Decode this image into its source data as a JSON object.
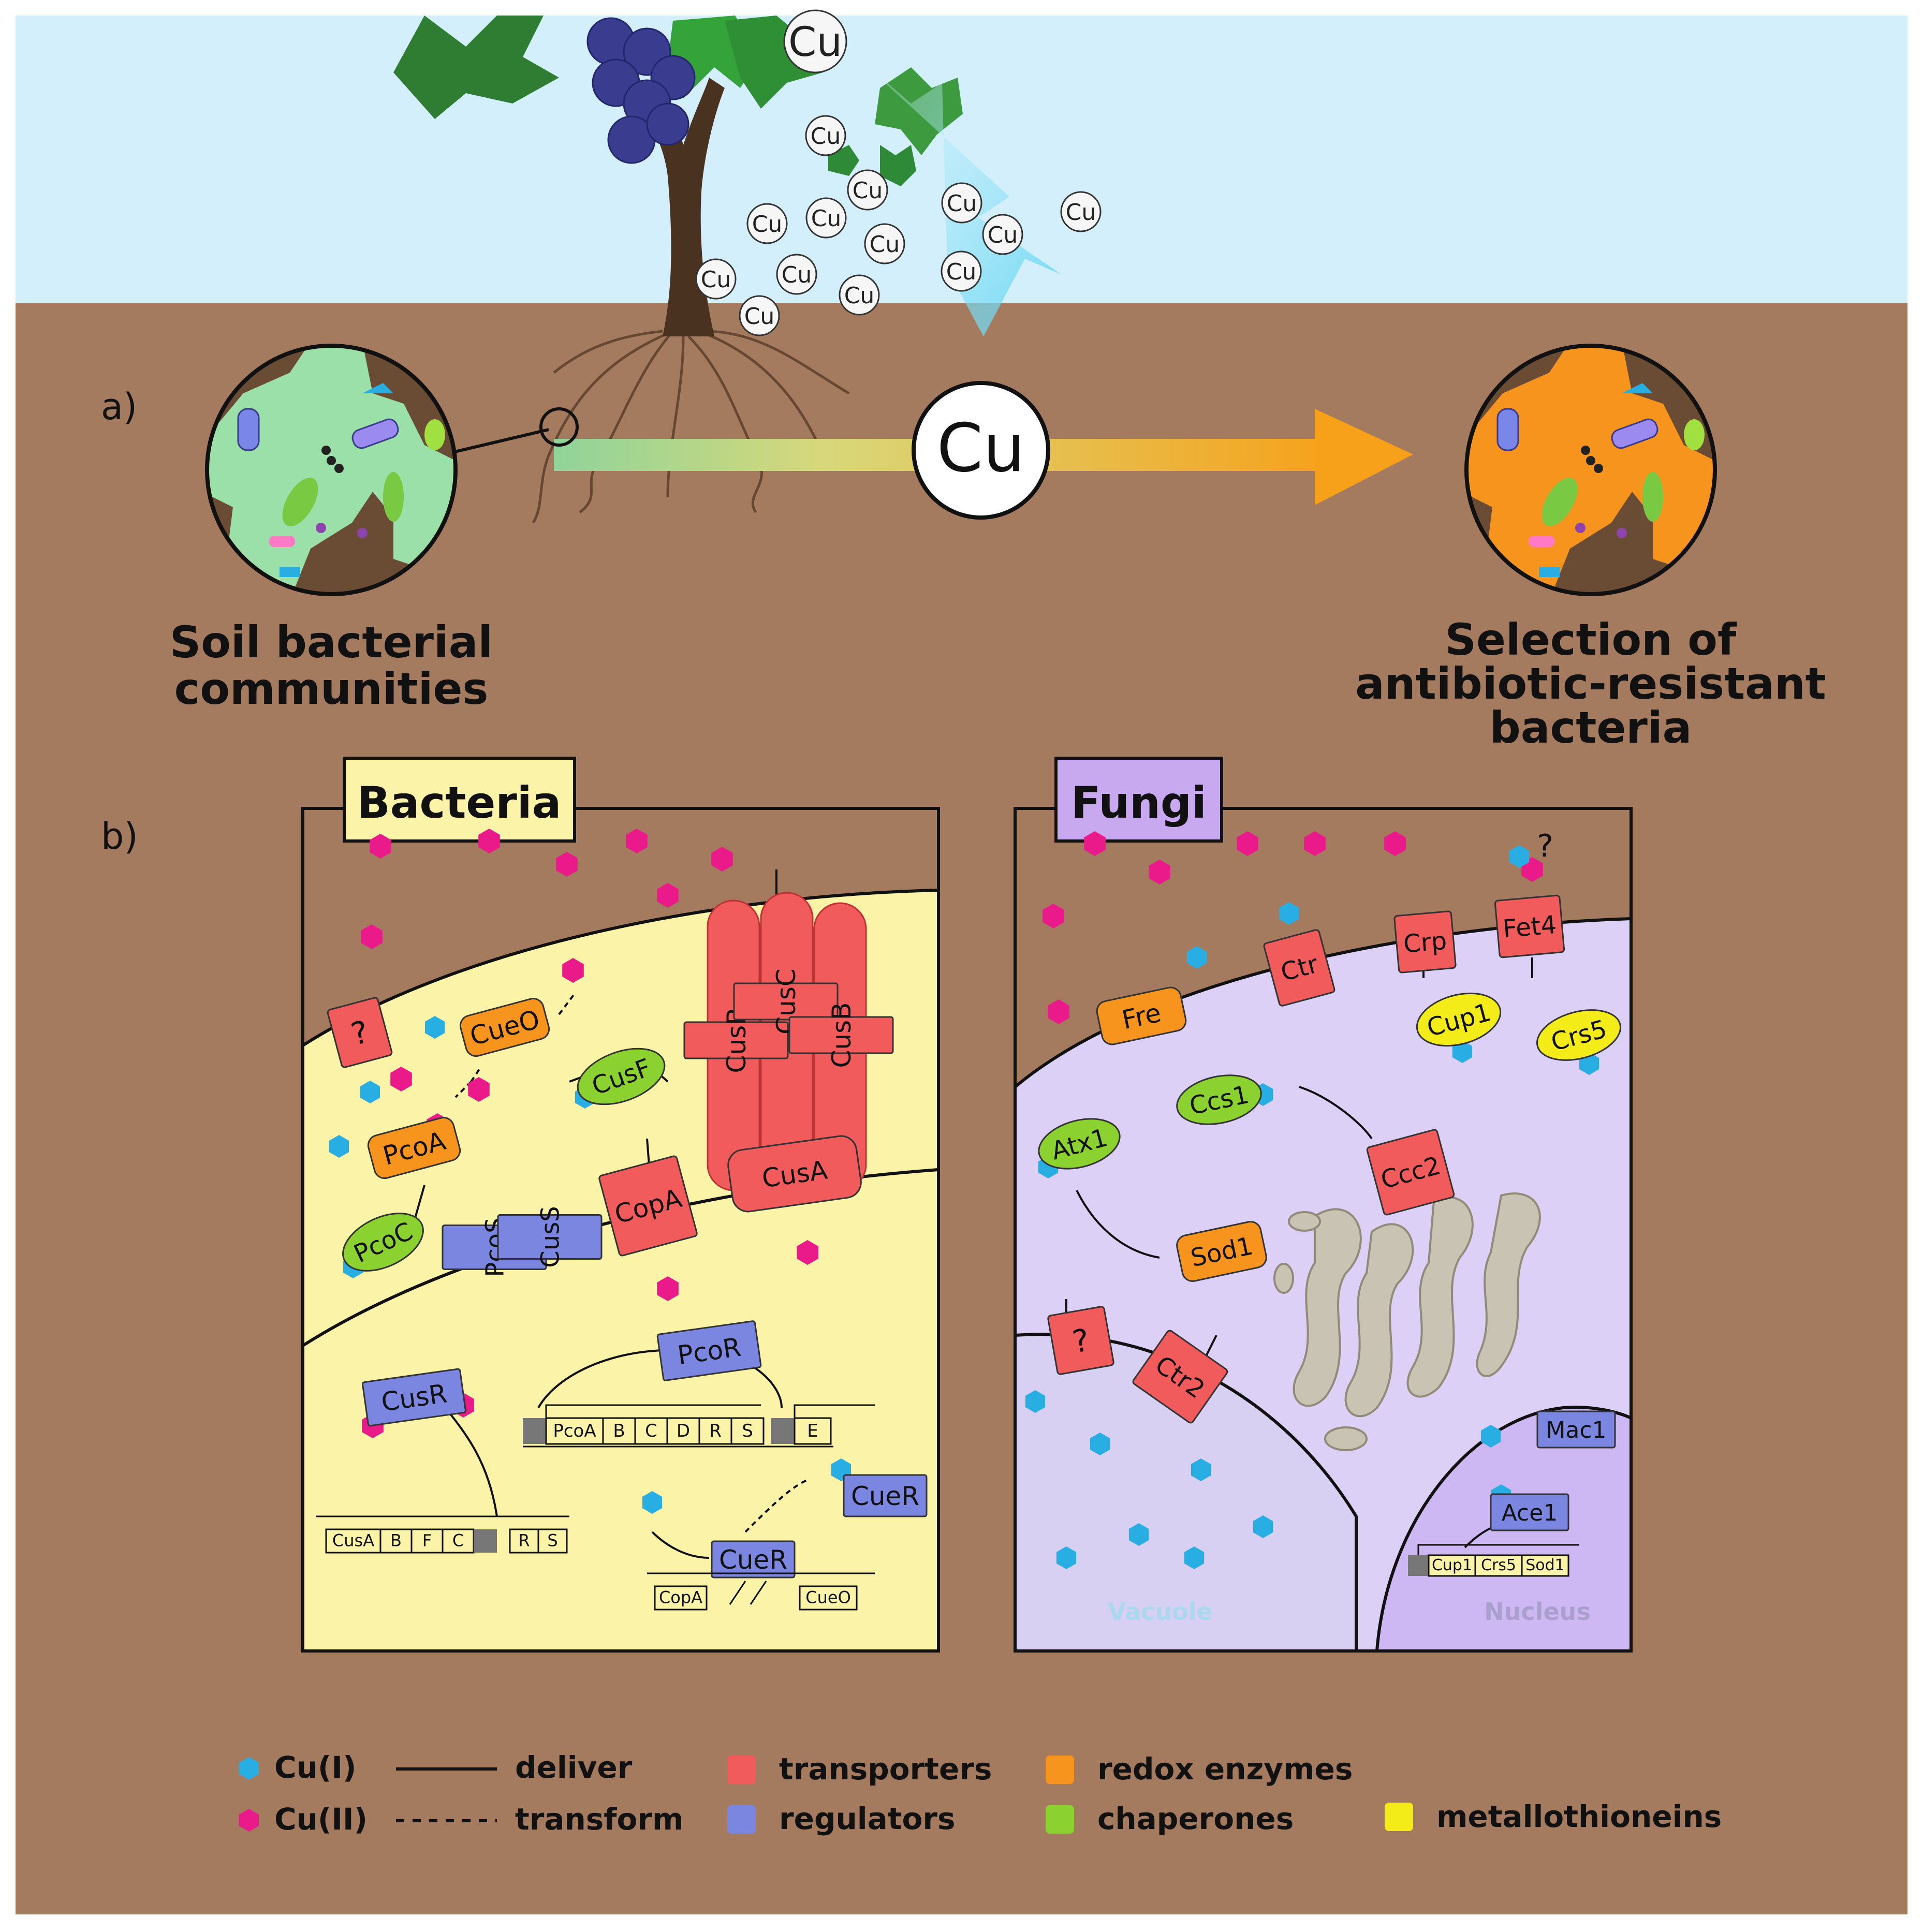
{
  "panel_a": {
    "label": "a)",
    "cu_symbol": "Cu",
    "left_caption": [
      "Soil bacterial",
      "communities"
    ],
    "right_caption": [
      "Selection of",
      "antibiotic-resistant",
      "bacteria"
    ]
  },
  "panel_b": {
    "label": "b)",
    "bacteria": {
      "title": "Bacteria",
      "question": "?",
      "proteins": {
        "cueo": "CueO",
        "cusf": "CusF",
        "pcoa": "PcoA",
        "pcoc": "PcoC",
        "pcos": "PcoS",
        "cuss": "CusS",
        "copa": "CopA",
        "cusb": "CusB",
        "cusc": "CusC",
        "cusa": "CusA",
        "pcor": "PcoR",
        "cusr": "CusR",
        "cuer": "CueR"
      },
      "operon_pco": [
        "PcoA",
        "B",
        "C",
        "D",
        "R",
        "S",
        "E"
      ],
      "operon_cus": [
        "CusA",
        "B",
        "F",
        "C",
        "R",
        "S"
      ],
      "operon_cue": [
        "CopA",
        "CueO"
      ]
    },
    "fungi": {
      "title": "Fungi",
      "question": "?",
      "proteins": {
        "fre": "Fre",
        "ctr": "Ctr",
        "crp": "Crp",
        "fet4": "Fet4",
        "cup1": "Cup1",
        "crs5": "Crs5",
        "ccs1": "Ccs1",
        "atx1": "Atx1",
        "ccc2": "Ccc2",
        "sod1": "Sod1",
        "ctr2": "Ctr2",
        "mac1": "Mac1",
        "ace1": "Ace1"
      },
      "operon": [
        "Cup1",
        "Crs5",
        "Sod1"
      ],
      "vacuole": "Vacuole",
      "nucleus": "Nucleus"
    }
  },
  "legend": {
    "cu1": "Cu(I)",
    "cu2": "Cu(II)",
    "deliver": "deliver",
    "transform": "transform",
    "transporters": "transporters",
    "regulators": "regulators",
    "redox": "redox enzymes",
    "chaperones": "chaperones",
    "metallothioneins": "metallothioneins"
  },
  "colors": {
    "sky": "#d3effb",
    "soil": "#a57b60",
    "soil_dark": "#6a4b34",
    "cu1": "#29aee3",
    "cu2": "#ea1a8a",
    "transporter": "#f15b5b",
    "regulator": "#7b86e0",
    "redox": "#f7941d",
    "chaperone": "#8bd12f",
    "metallothionein": "#f4ec19",
    "bacteria_cell": "#fbf3a8",
    "fungi_cell": "#dcd0f7",
    "arrow_orange": "#f7a11a",
    "arrow_green": "#8fd49a"
  }
}
